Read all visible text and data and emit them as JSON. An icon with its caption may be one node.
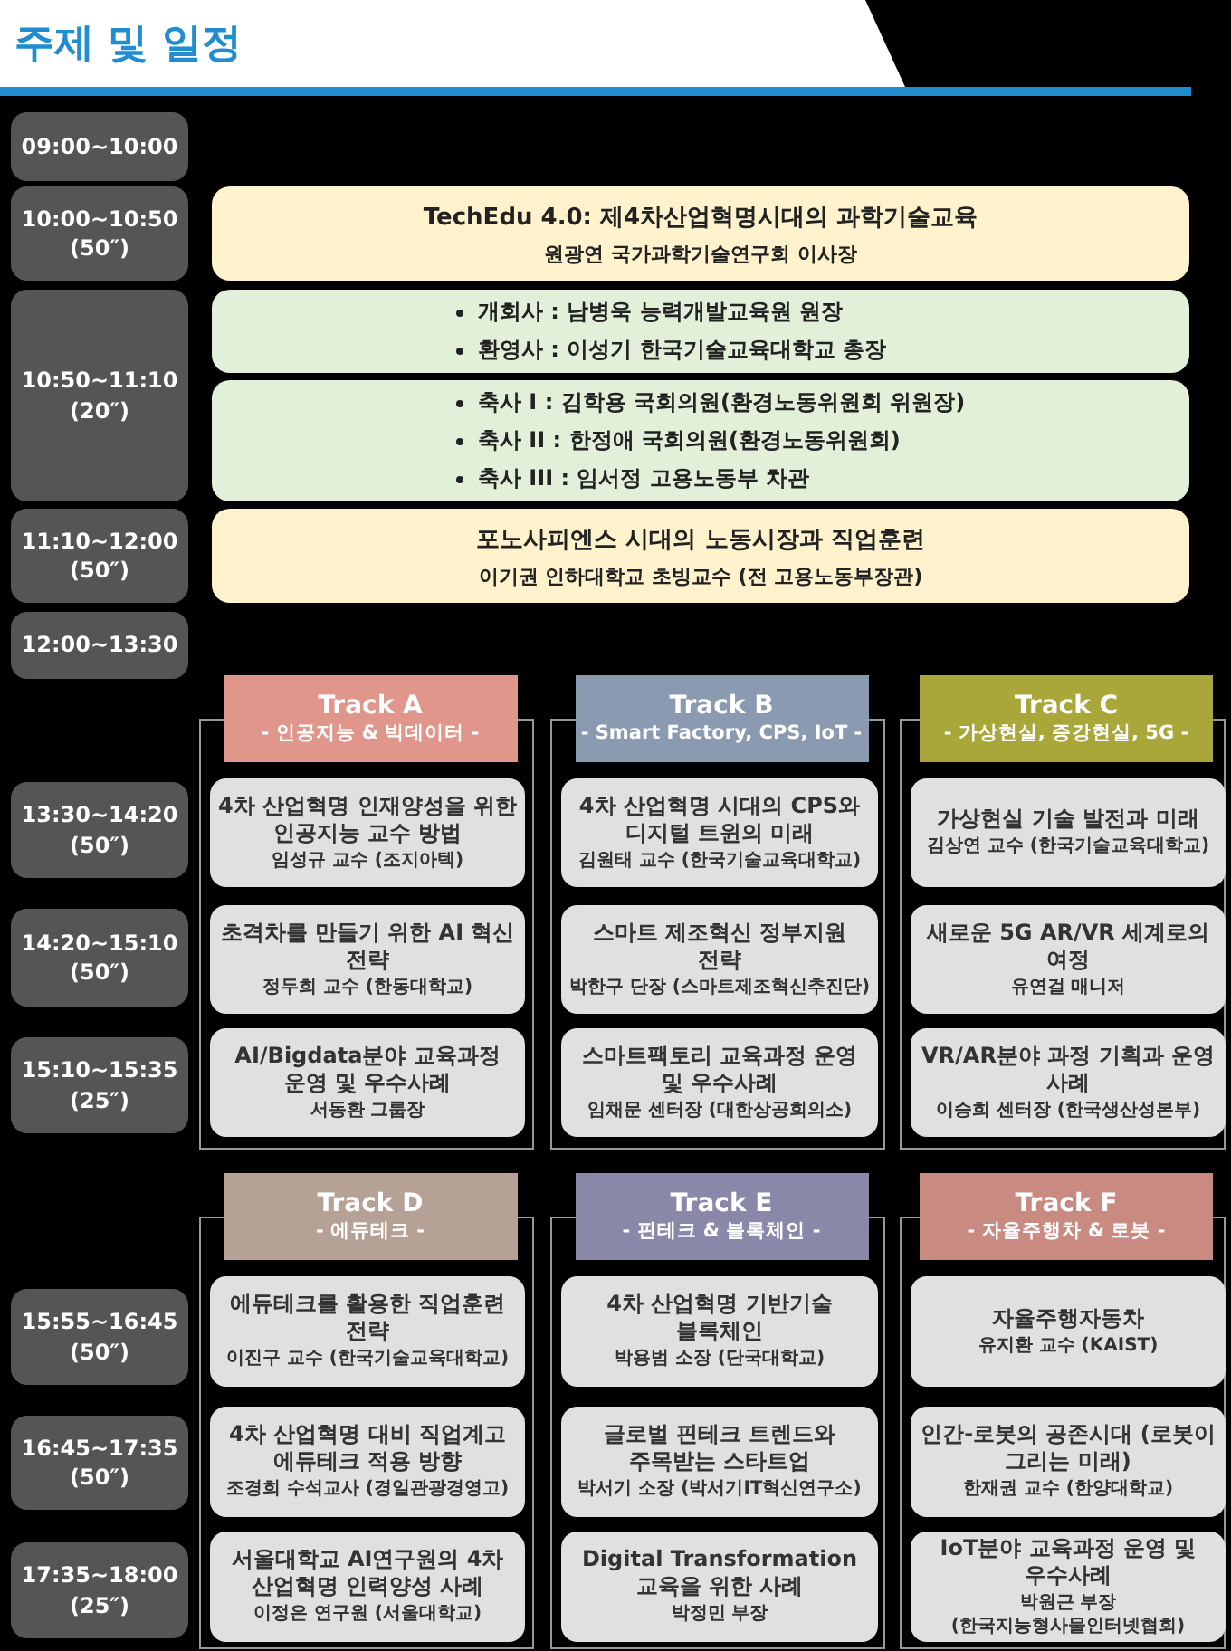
{
  "diagram": {
    "title": "주제 및 일정",
    "nodes": [
      {
        "text": [
          "09:00~10:00"
        ]
      },
      {
        "text": [
          "10:00~10:50",
          "(50″)"
        ]
      },
      {
        "text": [
          "TechEdu 4.0:  제4차산업혁명시대의 과학기술교육",
          "원광연 국가과학기술연구회 이사장"
        ]
      },
      {
        "text": [
          "10:50~11:10",
          "(20″)"
        ]
      },
      {
        "text": [
          "개회사 : 남병욱 능력개발교육원 원장",
          "환영사 : 이성기 한국기술교육대학교 총장"
        ]
      },
      {
        "text": [
          "축사 I : 김학용 국회의원(환경노동위원회 위원장)",
          "축사 II : 한정애 국회의원(환경노동위원회)",
          "축사 III : 임서정 고용노동부 차관"
        ]
      },
      {
        "text": [
          "11:10~12:00",
          "(50″)"
        ]
      },
      {
        "text": [
          "포노사피엔스 시대의 노동시장과 직업훈련",
          "이기권 인하대학교 초빙교수 (전 고용노동부장관)"
        ]
      },
      {
        "text": [
          "12:00~13:30"
        ]
      },
      {
        "text": [
          "Track A",
          "- 인공지능 & 빅데이터 -"
        ]
      },
      {
        "text": [
          "Track B",
          "- Smart Factory, CPS, IoT -"
        ]
      },
      {
        "text": [
          "Track C",
          "- 가상현실, 증강현실, 5G -"
        ]
      },
      {
        "text": [
          "13:30~14:20",
          "(50″)"
        ]
      },
      {
        "text": [
          "4차 산업혁명 인재양성을 위한 인공지능 교수 방법",
          "임성규 교수 (조지아텍)"
        ],
        "in": 9
      },
      {
        "text": [
          "4차 산업혁명 시대의 CPS와 디지털 트윈의 미래",
          "김원태 교수 (한국기술교육대학교)"
        ],
        "in": 10
      },
      {
        "text": [
          "가상현실 기술 발전과 미래",
          "김상연 교수 (한국기술교육대학교)"
        ],
        "in": 11
      },
      {
        "text": [
          "14:20~15:10",
          "(50″)"
        ]
      },
      {
        "text": [
          "초격차를 만들기 위한 AI 혁신 전략",
          "정두희 교수 (한동대학교)"
        ],
        "in": 9
      },
      {
        "text": [
          "스마트 제조혁신 정부지원 전략",
          "박한구 단장 (스마트제조혁신추진단)"
        ],
        "in": 10
      },
      {
        "text": [
          "새로운 5G AR/VR 세계로의 여정",
          "유연걸 매니저"
        ],
        "in": 11
      },
      {
        "text": [
          "15:10~15:35",
          "(25″)"
        ]
      },
      {
        "text": [
          "AI/Bigdata분야 교육과정 운영 및 우수사례",
          "서동환 그룹장"
        ],
        "in": 9
      },
      {
        "text": [
          "스마트팩토리 교육과정 운영 및 우수사례",
          "임채문 센터장 (대한상공회의소)"
        ],
        "in": 10
      },
      {
        "text": [
          "VR/AR분야 과정 기획과 운영 사례",
          "이승희 센터장 (한국생산성본부)"
        ],
        "in": 11
      },
      {
        "text": [
          "Track D",
          "- 에듀테크 -"
        ]
      },
      {
        "text": [
          "Track E",
          "- 핀테크 & 블록체인 -"
        ]
      },
      {
        "text": [
          "Track F",
          "- 자율주행차 & 로봇 -"
        ]
      },
      {
        "text": [
          "15:55~16:45",
          "(50″)"
        ]
      },
      {
        "text": [
          "에듀테크를 활용한 직업훈련 전략",
          "이진구 교수 (한국기술교육대학교)"
        ],
        "in": 24
      },
      {
        "text": [
          "4차 산업혁명 기반기술 블록체인",
          "박용범 소장 (단국대학교)"
        ],
        "in": 25
      },
      {
        "text": [
          "자율주행자동차",
          "유지환 교수 (KAIST)"
        ],
        "in": 26
      },
      {
        "text": [
          "16:45~17:35",
          "(50″)"
        ]
      },
      {
        "text": [
          "4차 산업혁명 대비 직업계고 에듀테크 적용 방향",
          "조경희 수석교사 (경일관광경영고)"
        ],
        "in": 24
      },
      {
        "text": [
          "글로벌 핀테크 트렌드와 주목받는 스타트업",
          "박서기 소장 (박서기IT혁신연구소)"
        ],
        "in": 25
      },
      {
        "text": [
          "인간-로봇의 공존시대 (로봇이 그리는 미래)",
          "한재권 교수 (한양대학교)"
        ],
        "in": 26
      },
      {
        "text": [
          "17:35~18:00",
          "(25″)"
        ]
      },
      {
        "text": [
          "서울대학교 AI연구원의 4차 산업혁명 인력양성 사례",
          "이정은 연구원 (서울대학교)"
        ],
        "in": 24
      },
      {
        "text": [
          "Digital Transformation 교육을 위한 사례",
          "박정민 부장"
        ],
        "in": 25
      },
      {
        "text": [
          "IoT분야 교육과정 운영 및 우수사례",
          "박원근 부장(한국지능형사물인터넷협회)"
        ],
        "in": 26
      }
    ]
  }
}
